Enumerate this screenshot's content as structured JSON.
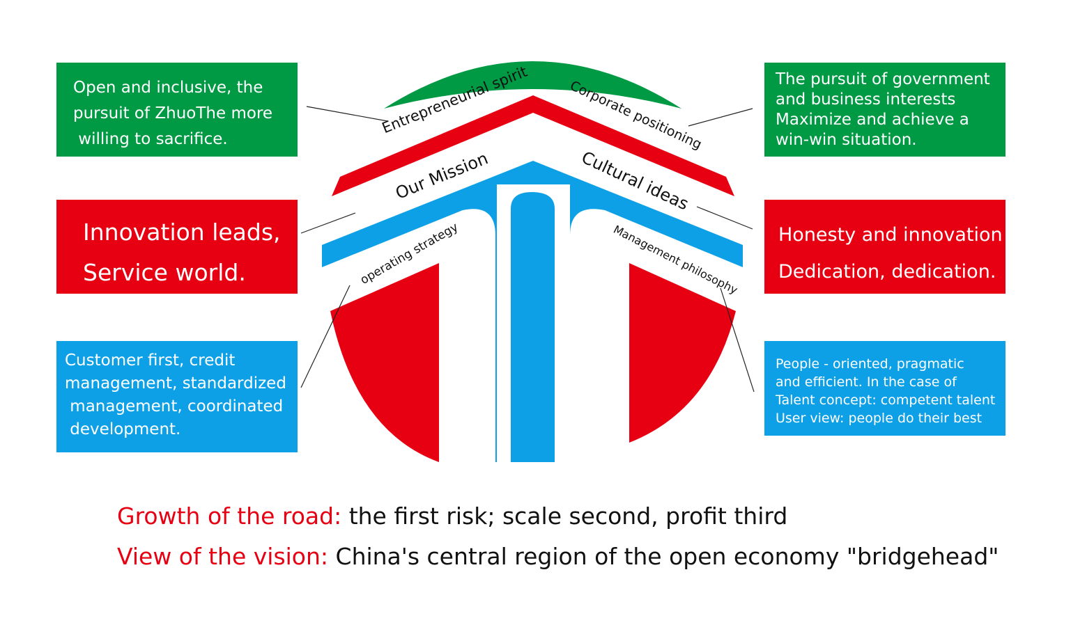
{
  "colors": {
    "green": "#009944",
    "red": "#e60012",
    "blue": "#0ea0e6",
    "text": "#111111",
    "white": "#ffffff"
  },
  "logo": {
    "labels": {
      "entrepreneurial_spirit": "Entrepreneurial spirit",
      "corporate_positioning": "Corporate positioning",
      "our_mission": "Our Mission",
      "cultural_ideas": "Cultural ideas",
      "operating_strategy": "operating strategy",
      "management_philosophy": "Management philosophy"
    }
  },
  "boxes": {
    "entrepreneurial_spirit": {
      "lines": [
        "Open and inclusive, the",
        "pursuit of ZhuoThe more",
        " willing to sacrifice."
      ]
    },
    "our_mission": {
      "lines": [
        "Innovation leads,",
        "Service world."
      ]
    },
    "operating_strategy": {
      "lines": [
        "Customer first, credit",
        "management, standardized",
        " management, coordinated",
        " development."
      ]
    },
    "corporate_positioning": {
      "lines": [
        "The pursuit of government",
        "and business interests",
        "Maximize and achieve a",
        "win-win situation."
      ]
    },
    "cultural_ideas": {
      "lines": [
        "Honesty and innovation",
        "Dedication, dedication."
      ]
    },
    "management_philosophy": {
      "lines": [
        "People - oriented, pragmatic",
        "and efficient. In the case of",
        "Talent concept: competent talent",
        "User view: people do their best"
      ]
    }
  },
  "footer": {
    "growth": {
      "key": "Growth of the road:",
      "value": " the first risk; scale second, profit third"
    },
    "vision": {
      "key": "View of the vision:",
      "value": " China's central region of the open economy \"bridgehead\""
    }
  }
}
